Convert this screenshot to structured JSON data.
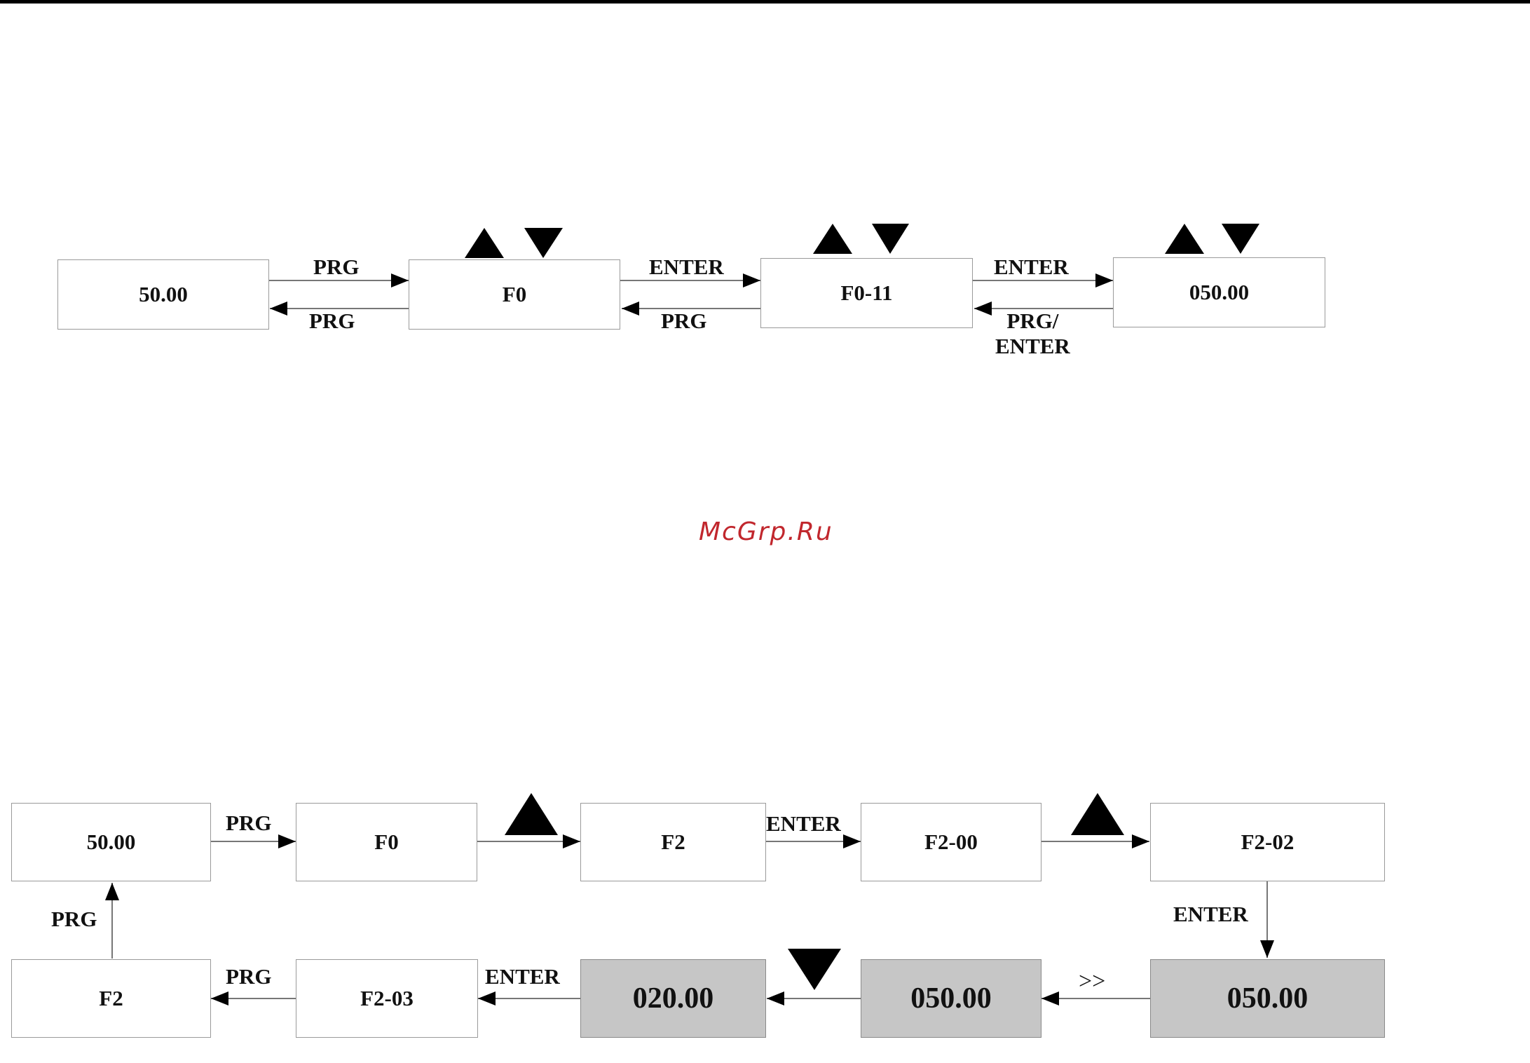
{
  "watermark": "McGrp.Ru",
  "diagram1": {
    "boxes": [
      "50.00",
      "F0",
      "F0-11",
      "050.00"
    ],
    "labels": {
      "prg_fwd": "PRG",
      "prg_back": "PRG",
      "enter_fwd_1": "ENTER",
      "prg_back_2": "PRG",
      "enter_fwd_2": "ENTER",
      "prg_enter_back_line1": "PRG/",
      "prg_enter_back_line2": "ENTER"
    }
  },
  "diagram2": {
    "top_boxes": [
      "50.00",
      "F0",
      "F2",
      "F2-00",
      "F2-02"
    ],
    "bottom_boxes": [
      "F2",
      "F2-03",
      "020.00",
      "050.00",
      "050.00"
    ],
    "labels": {
      "prg_top": "PRG",
      "enter_top": "ENTER",
      "enter_down": "ENTER",
      "shift": ">>",
      "enter_bottom": "ENTER",
      "prg_bottom": "PRG",
      "prg_up": "PRG"
    }
  }
}
